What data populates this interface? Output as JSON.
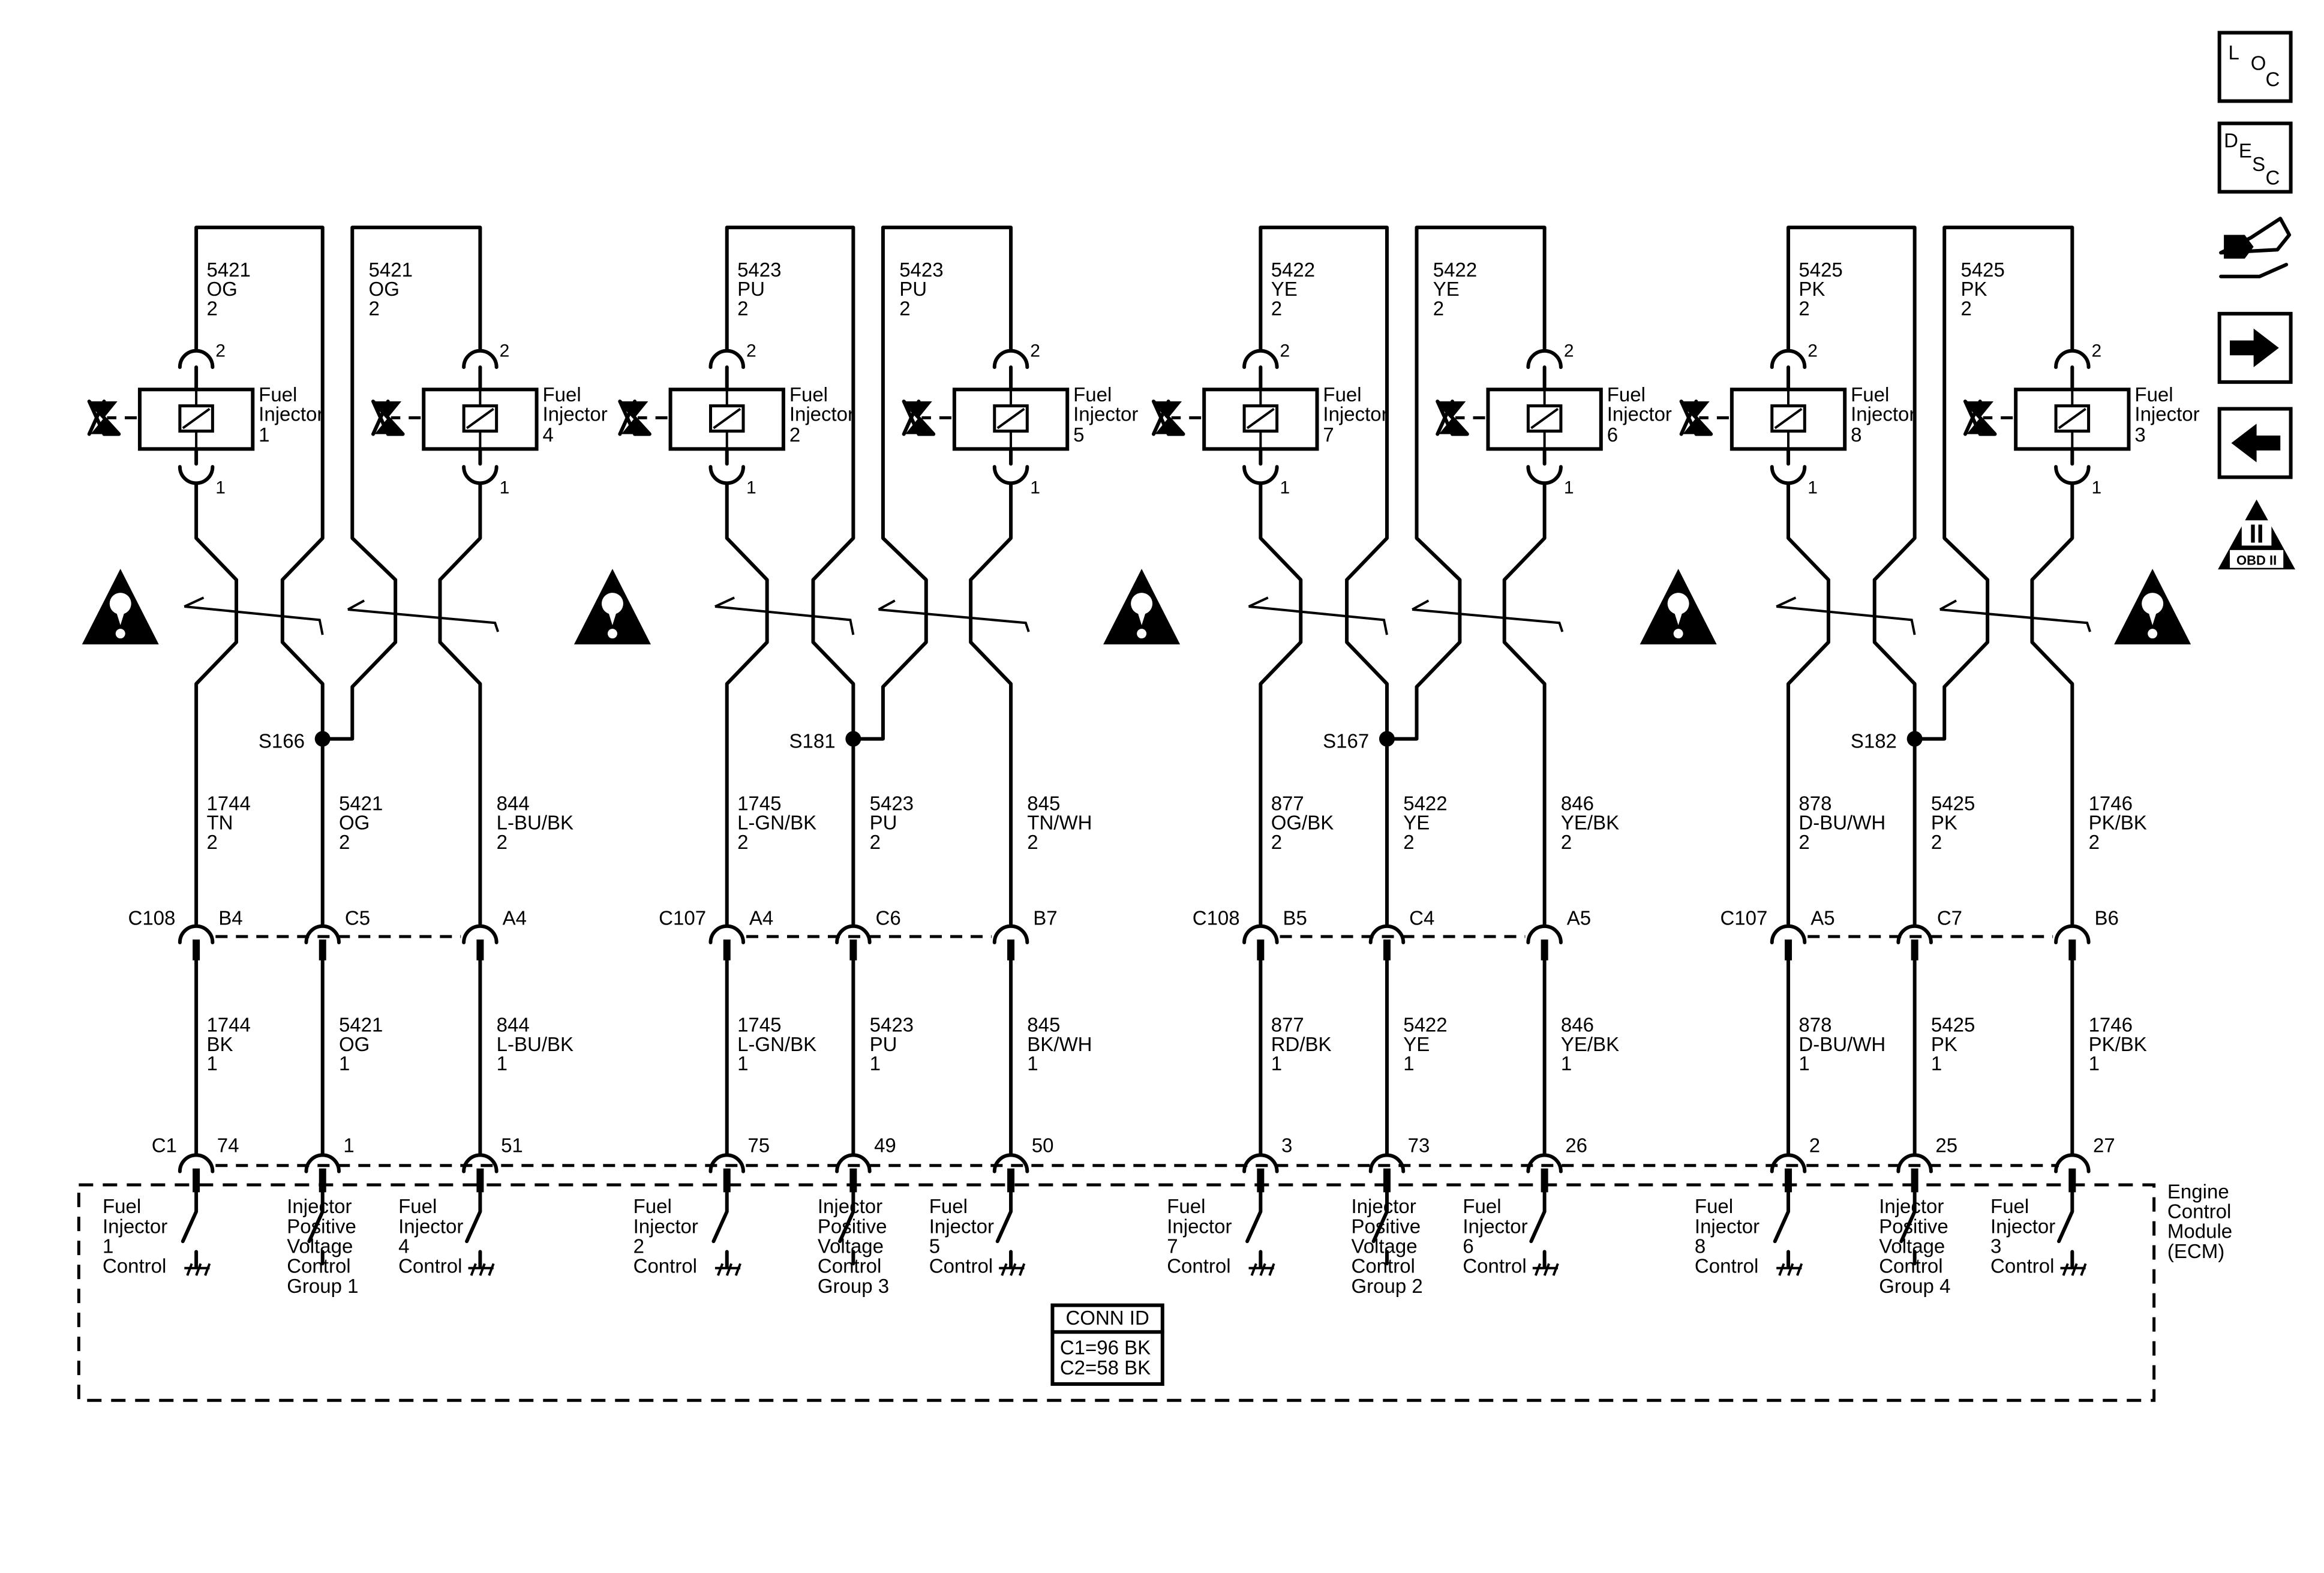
{
  "nav": {
    "loc": {
      "letters": [
        "L",
        "O",
        "C"
      ]
    },
    "desc": {
      "letters": [
        "D",
        "E",
        "S",
        "C"
      ]
    },
    "obd": {
      "numeral": "II",
      "label": "OBD II"
    }
  },
  "groups": [
    {
      "inj": [
        {
          "name": "Fuel",
          "name2": "Injector",
          "num": "1",
          "pinTop": "2",
          "pinBot": "1"
        },
        {
          "name": "Fuel",
          "name2": "Injector",
          "num": "4",
          "pinTop": "2",
          "pinBot": "1"
        }
      ],
      "topWires": [
        [
          "5421",
          "OG",
          "2"
        ],
        [
          "5421",
          "OG",
          "2"
        ]
      ],
      "splice": "S166",
      "midWires": [
        [
          "1744",
          "TN",
          "2"
        ],
        [
          "5421",
          "OG",
          "2"
        ],
        [
          "844",
          "L-BU/BK",
          "2"
        ]
      ],
      "conn": "C108",
      "connPins": [
        "B4",
        "C5",
        "A4"
      ],
      "lowWires": [
        [
          "1744",
          "BK",
          "1"
        ],
        [
          "5421",
          "OG",
          "1"
        ],
        [
          "844",
          "L-BU/BK",
          "1"
        ]
      ],
      "ecmPins": [
        "74",
        "1",
        "51"
      ],
      "ecmLabels": [
        [
          "Fuel",
          "Injector",
          "1",
          "Control"
        ],
        [
          "Injector",
          "Positive",
          "Voltage",
          "Control",
          "Group 1"
        ],
        [
          "Fuel",
          "Injector",
          "4",
          "Control"
        ]
      ]
    },
    {
      "inj": [
        {
          "name": "Fuel",
          "name2": "Injector",
          "num": "2",
          "pinTop": "2",
          "pinBot": "1"
        },
        {
          "name": "Fuel",
          "name2": "Injector",
          "num": "5",
          "pinTop": "2",
          "pinBot": "1"
        }
      ],
      "topWires": [
        [
          "5423",
          "PU",
          "2"
        ],
        [
          "5423",
          "PU",
          "2"
        ]
      ],
      "splice": "S181",
      "midWires": [
        [
          "1745",
          "L-GN/BK",
          "2"
        ],
        [
          "5423",
          "PU",
          "2"
        ],
        [
          "845",
          "TN/WH",
          "2"
        ]
      ],
      "conn": "C107",
      "connPins": [
        "A4",
        "C6",
        "B7"
      ],
      "lowWires": [
        [
          "1745",
          "L-GN/BK",
          "1"
        ],
        [
          "5423",
          "PU",
          "1"
        ],
        [
          "845",
          "BK/WH",
          "1"
        ]
      ],
      "ecmPins": [
        "75",
        "49",
        "50"
      ],
      "ecmLabels": [
        [
          "Fuel",
          "Injector",
          "2",
          "Control"
        ],
        [
          "Injector",
          "Positive",
          "Voltage",
          "Control",
          "Group 3"
        ],
        [
          "Fuel",
          "Injector",
          "5",
          "Control"
        ]
      ]
    },
    {
      "inj": [
        {
          "name": "Fuel",
          "name2": "Injector",
          "num": "7",
          "pinTop": "2",
          "pinBot": "1"
        },
        {
          "name": "Fuel",
          "name2": "Injector",
          "num": "6",
          "pinTop": "2",
          "pinBot": "1"
        }
      ],
      "topWires": [
        [
          "5422",
          "YE",
          "2"
        ],
        [
          "5422",
          "YE",
          "2"
        ]
      ],
      "splice": "S167",
      "midWires": [
        [
          "877",
          "OG/BK",
          "2"
        ],
        [
          "5422",
          "YE",
          "2"
        ],
        [
          "846",
          "YE/BK",
          "2"
        ]
      ],
      "conn": "C108",
      "connPins": [
        "B5",
        "C4",
        "A5"
      ],
      "lowWires": [
        [
          "877",
          "RD/BK",
          "1"
        ],
        [
          "5422",
          "YE",
          "1"
        ],
        [
          "846",
          "YE/BK",
          "1"
        ]
      ],
      "ecmPins": [
        "3",
        "73",
        "26"
      ],
      "ecmLabels": [
        [
          "Fuel",
          "Injector",
          "7",
          "Control"
        ],
        [
          "Injector",
          "Positive",
          "Voltage",
          "Control",
          "Group 2"
        ],
        [
          "Fuel",
          "Injector",
          "6",
          "Control"
        ]
      ]
    },
    {
      "inj": [
        {
          "name": "Fuel",
          "name2": "Injector",
          "num": "8",
          "pinTop": "2",
          "pinBot": "1"
        },
        {
          "name": "Fuel",
          "name2": "Injector",
          "num": "3",
          "pinTop": "2",
          "pinBot": "1"
        }
      ],
      "topWires": [
        [
          "5425",
          "PK",
          "2"
        ],
        [
          "5425",
          "PK",
          "2"
        ]
      ],
      "splice": "S182",
      "midWires": [
        [
          "878",
          "D-BU/WH",
          "2"
        ],
        [
          "5425",
          "PK",
          "2"
        ],
        [
          "1746",
          "PK/BK",
          "2"
        ]
      ],
      "conn": "C107",
      "connPins": [
        "A5",
        "C7",
        "B6"
      ],
      "lowWires": [
        [
          "878",
          "D-BU/WH",
          "1"
        ],
        [
          "5425",
          "PK",
          "1"
        ],
        [
          "1746",
          "PK/BK",
          "1"
        ]
      ],
      "ecmPins": [
        "2",
        "25",
        "27"
      ],
      "ecmLabels": [
        [
          "Fuel",
          "Injector",
          "8",
          "Control"
        ],
        [
          "Injector",
          "Positive",
          "Voltage",
          "Control",
          "Group 4"
        ],
        [
          "Fuel",
          "Injector",
          "3",
          "Control"
        ]
      ]
    }
  ],
  "ecm": {
    "connector": "C1",
    "title": [
      "Engine",
      "Control",
      "Module",
      "(ECM)"
    ],
    "connId": {
      "header": "CONN ID",
      "lines": [
        "C1=96 BK",
        "C2=58 BK"
      ]
    }
  }
}
